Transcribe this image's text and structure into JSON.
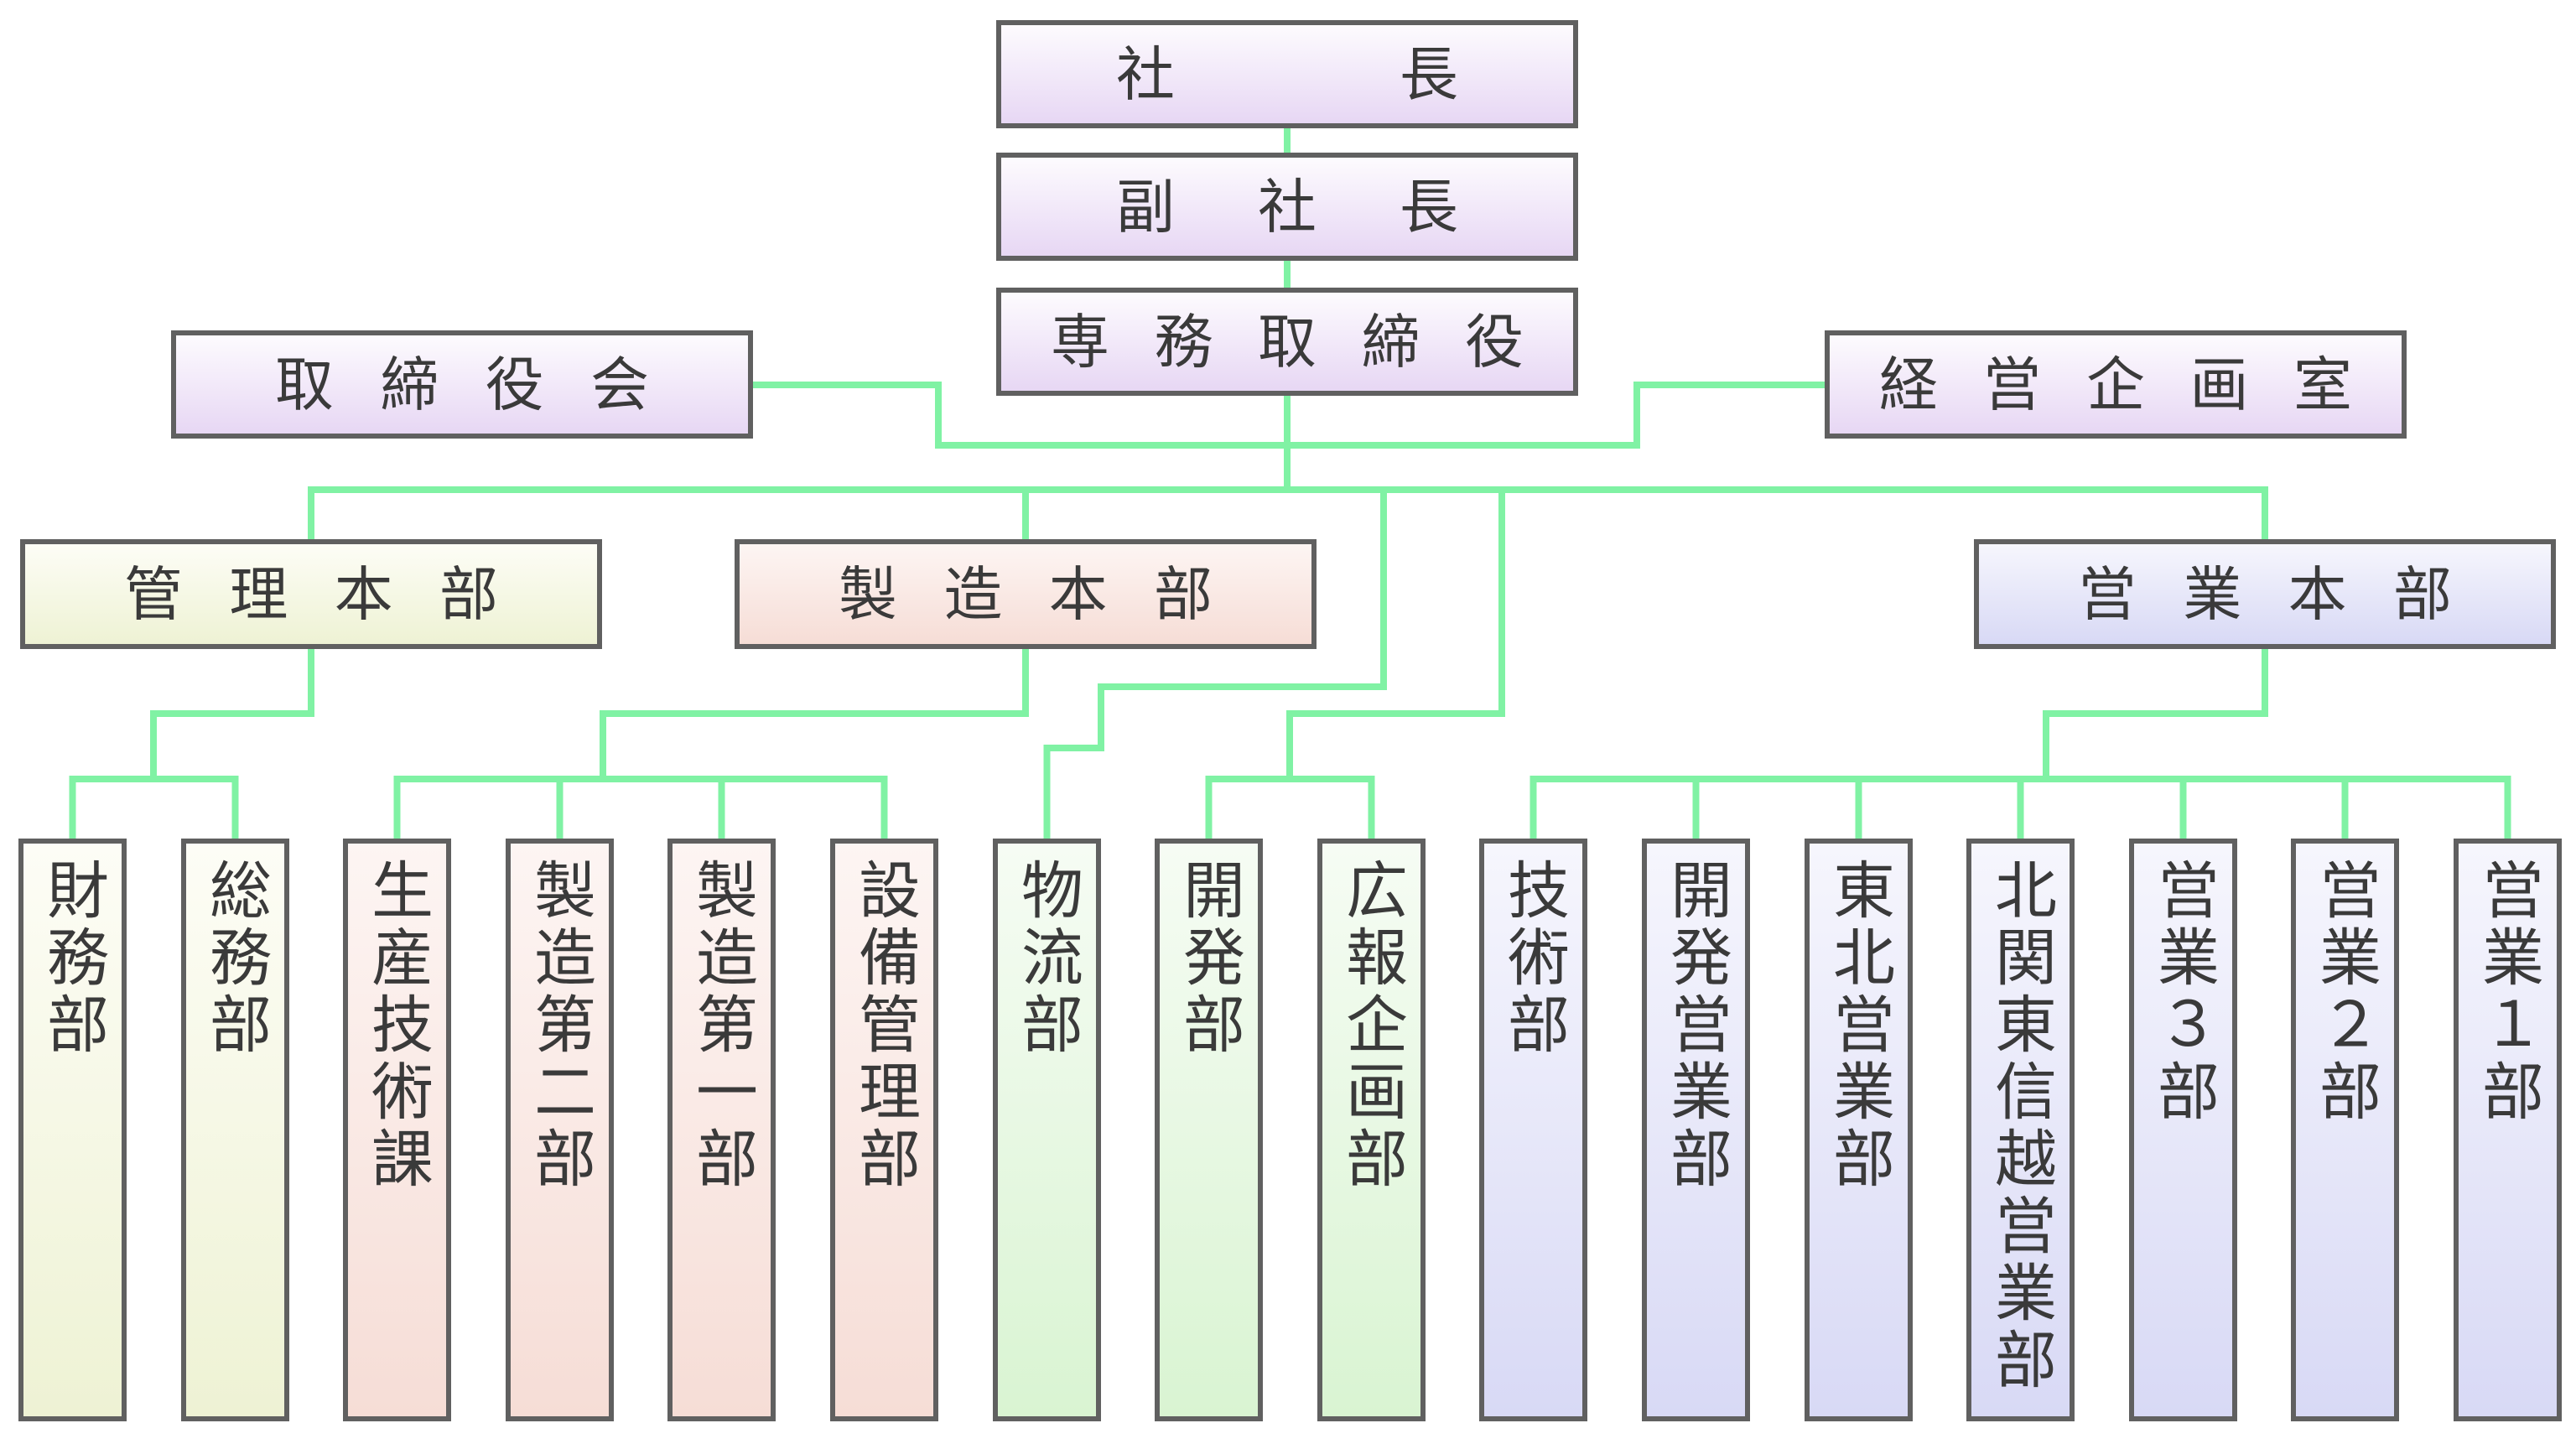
{
  "executives": {
    "president": "社長",
    "vice_president": "副社長",
    "senior_managing_director": "専務取締役"
  },
  "staff": {
    "board_of_directors": "取締役会",
    "corporate_planning": "経営企画室"
  },
  "divisions": {
    "administration": {
      "label": "管理本部",
      "departments": [
        "財務部",
        "総務部"
      ]
    },
    "manufacturing": {
      "label": "製造本部",
      "departments": [
        "生産技術課",
        "製造第二部",
        "製造第一部",
        "設備管理部"
      ]
    },
    "sales": {
      "label": "営業本部",
      "departments": [
        "技術部",
        "開発営業部",
        "東北営業部",
        "北関東信越営業部",
        "営業３部",
        "営業２部",
        "営業１部"
      ]
    }
  },
  "direct_departments": [
    "物流部",
    "開発部",
    "広報企画部"
  ],
  "colors": {
    "connector": "#80f2a4",
    "border": "#606060",
    "text": "#3a3a3a",
    "executive_fill": "#e7d7f4",
    "administration_fill": "#eef2d4",
    "manufacturing_fill": "#f6ddd6",
    "direct_fill": "#d9f4d2",
    "sales_fill": "#d8d9f5"
  }
}
